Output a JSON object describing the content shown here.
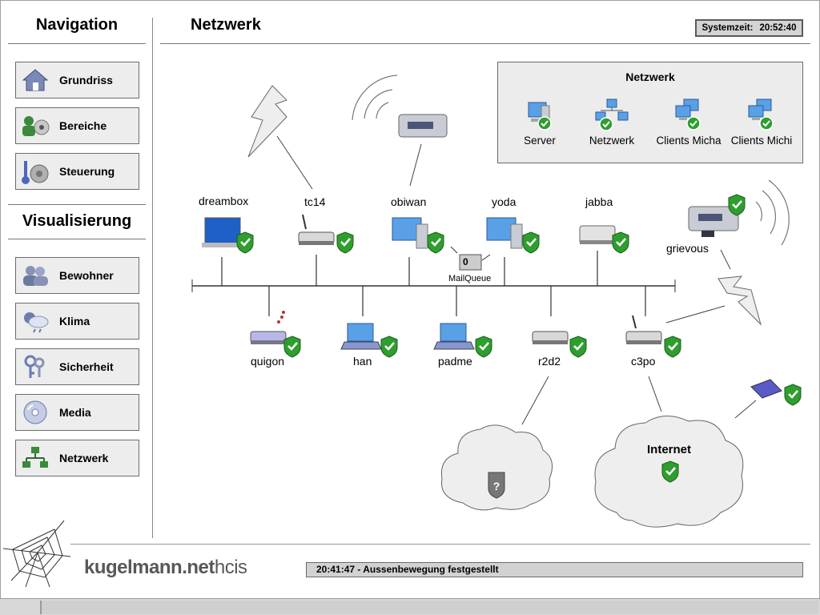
{
  "nav": {
    "heading": "Navigation",
    "items": [
      {
        "label": "Grundriss",
        "icon": "house-icon"
      },
      {
        "label": "Bereiche",
        "icon": "areas-icon"
      },
      {
        "label": "Steuerung",
        "icon": "control-icon"
      }
    ]
  },
  "visual": {
    "heading": "Visualisierung",
    "items": [
      {
        "label": "Bewohner",
        "icon": "residents-icon"
      },
      {
        "label": "Klima",
        "icon": "weather-icon"
      },
      {
        "label": "Sicherheit",
        "icon": "keys-icon"
      },
      {
        "label": "Media",
        "icon": "cd-icon"
      },
      {
        "label": "Netzwerk",
        "icon": "network-icon"
      }
    ]
  },
  "page": {
    "title": "Netzwerk"
  },
  "systemzeit": {
    "label": "Systemzeit:",
    "value": "20:52:40"
  },
  "panel": {
    "title": "Netzwerk",
    "items": [
      "Server",
      "Netzwerk",
      "Clients Micha",
      "Clients Michi"
    ]
  },
  "devices": {
    "top": [
      "dreambox",
      "tc14",
      "obiwan",
      "yoda",
      "jabba"
    ],
    "bottom": [
      "quigon",
      "han",
      "padme",
      "r2d2",
      "c3po"
    ],
    "wireless": "grievous"
  },
  "mailqueue": {
    "label": "MailQueue",
    "count": "0"
  },
  "clouds": {
    "internet": "Internet"
  },
  "footer": {
    "brand_bold": "kugelmann.net",
    "brand_light": "hcis",
    "status": "20:41:47 - Aussenbewegung festgestellt"
  },
  "colors": {
    "ok_badge": "#2e9e2e",
    "panel_bg": "#ececec",
    "button_bg": "#ededed"
  }
}
